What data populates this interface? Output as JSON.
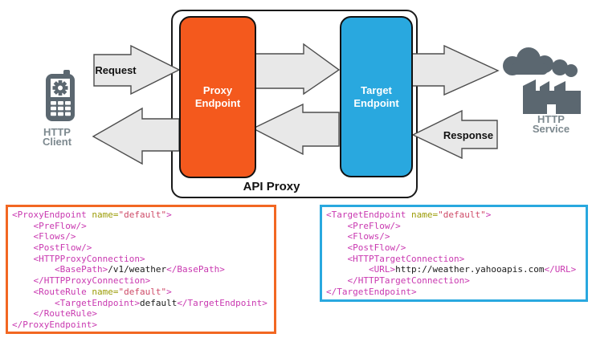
{
  "diagram": {
    "api_proxy_label": "API Proxy",
    "proxy_endpoint": {
      "line1": "Proxy",
      "line2": "Endpoint",
      "color": "#f4591d"
    },
    "target_endpoint": {
      "line1": "Target",
      "line2": "Endpoint",
      "color": "#29a8df"
    },
    "http_client": {
      "line1": "HTTP",
      "line2": "Client"
    },
    "http_service": {
      "line1": "HTTP",
      "line2": "Service"
    },
    "arrows": {
      "request_label": "Request",
      "response_label": "Response"
    }
  },
  "colors": {
    "orange": "#f4591d",
    "orange_border": "#f26722",
    "blue": "#29a8df",
    "arrow_fill": "#e8e8e8",
    "arrow_stroke": "#4d4d4d",
    "icon_gray": "#5b6770",
    "node_label_gray": "#7d898f",
    "code_tag": "#c938b0",
    "code_attr": "#9c9c07",
    "code_string": "#ce4a67"
  },
  "code_blocks": {
    "proxy": {
      "lines": [
        [
          [
            "tag",
            "<ProxyEndpoint"
          ],
          [
            "plain",
            " "
          ],
          [
            "attr",
            "name="
          ],
          [
            "str",
            "\"default\""
          ],
          [
            "tag",
            ">"
          ]
        ],
        [
          [
            "plain",
            "    "
          ],
          [
            "tag",
            "<PreFlow/>"
          ]
        ],
        [
          [
            "plain",
            "    "
          ],
          [
            "tag",
            "<Flows/>"
          ]
        ],
        [
          [
            "plain",
            "    "
          ],
          [
            "tag",
            "<PostFlow/>"
          ]
        ],
        [
          [
            "plain",
            "    "
          ],
          [
            "tag",
            "<HTTPProxyConnection>"
          ]
        ],
        [
          [
            "plain",
            "        "
          ],
          [
            "tag",
            "<BasePath>"
          ],
          [
            "plain",
            "/v1/weather"
          ],
          [
            "tag",
            "</BasePath>"
          ]
        ],
        [
          [
            "plain",
            "    "
          ],
          [
            "tag",
            "</HTTPProxyConnection>"
          ]
        ],
        [
          [
            "plain",
            "    "
          ],
          [
            "tag",
            "<RouteRule"
          ],
          [
            "plain",
            " "
          ],
          [
            "attr",
            "name="
          ],
          [
            "str",
            "\"default\""
          ],
          [
            "tag",
            ">"
          ]
        ],
        [
          [
            "plain",
            "        "
          ],
          [
            "tag",
            "<TargetEndpoint>"
          ],
          [
            "plain",
            "default"
          ],
          [
            "tag",
            "</TargetEndpoint>"
          ]
        ],
        [
          [
            "plain",
            "    "
          ],
          [
            "tag",
            "</RouteRule>"
          ]
        ],
        [
          [
            "tag",
            "</ProxyEndpoint>"
          ]
        ]
      ]
    },
    "target": {
      "lines": [
        [
          [
            "tag",
            "<TargetEndpoint"
          ],
          [
            "plain",
            " "
          ],
          [
            "attr",
            "name="
          ],
          [
            "str",
            "\"default\""
          ],
          [
            "tag",
            ">"
          ]
        ],
        [
          [
            "plain",
            "    "
          ],
          [
            "tag",
            "<PreFlow/>"
          ]
        ],
        [
          [
            "plain",
            "    "
          ],
          [
            "tag",
            "<Flows/>"
          ]
        ],
        [
          [
            "plain",
            "    "
          ],
          [
            "tag",
            "<PostFlow/>"
          ]
        ],
        [
          [
            "plain",
            "    "
          ],
          [
            "tag",
            "<HTTPTargetConnection>"
          ]
        ],
        [
          [
            "plain",
            "        "
          ],
          [
            "tag",
            "<URL>"
          ],
          [
            "plain",
            "http://weather.yahooapis.com"
          ],
          [
            "tag",
            "</URL>"
          ]
        ],
        [
          [
            "plain",
            "    "
          ],
          [
            "tag",
            "</HTTPTargetConnection>"
          ]
        ],
        [
          [
            "tag",
            "</TargetEndpoint>"
          ]
        ]
      ]
    }
  }
}
